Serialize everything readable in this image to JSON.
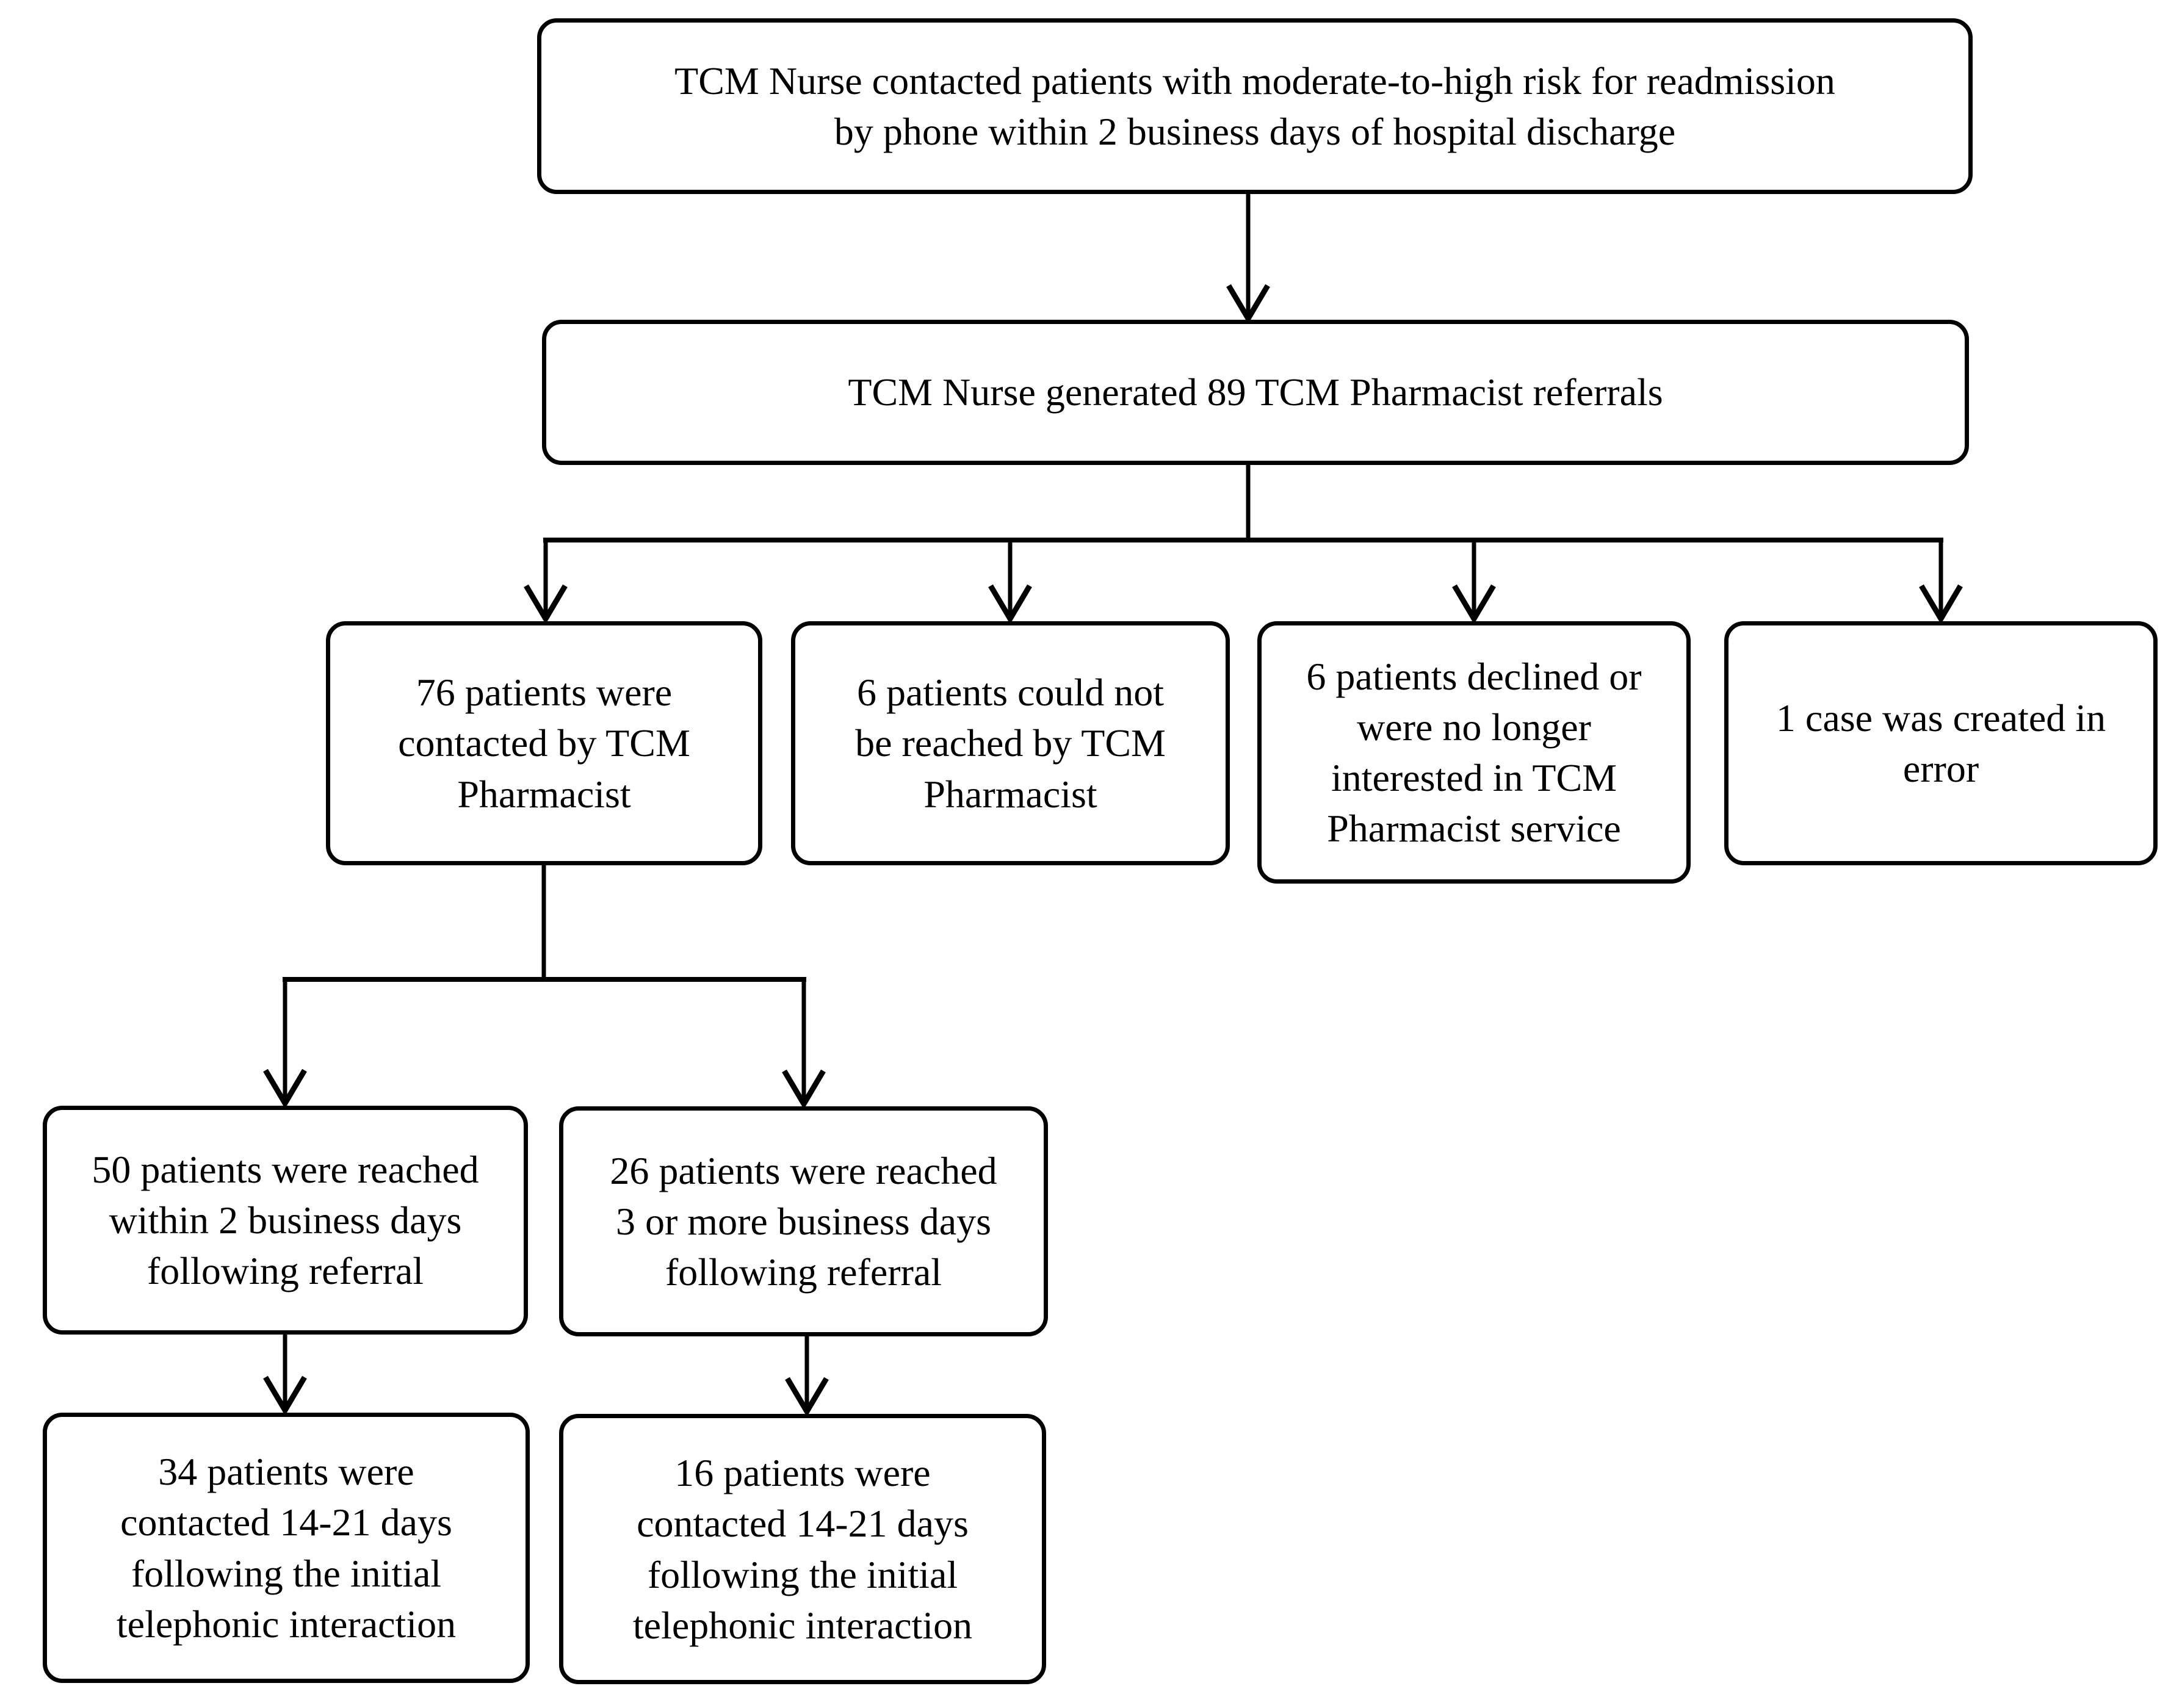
{
  "colors": {
    "background": "#ffffff",
    "box_border": "#000000",
    "text": "#000000",
    "connector": "#000000"
  },
  "flowchart": {
    "nodes": {
      "nurse_contact": {
        "lines": [
          "TCM Nurse contacted patients with moderate-to-high risk for readmission",
          "by phone within 2 business days of hospital discharge"
        ]
      },
      "referrals": {
        "lines": [
          "TCM Nurse generated 89 TCM Pharmacist referrals"
        ]
      },
      "contacted_76": {
        "lines": [
          "76 patients were",
          "contacted by TCM",
          "Pharmacist"
        ]
      },
      "not_reached_6": {
        "lines": [
          "6 patients could not",
          "be reached by TCM",
          "Pharmacist"
        ]
      },
      "declined_6": {
        "lines": [
          "6 patients declined or",
          "were no longer",
          "interested in TCM",
          "Pharmacist service"
        ]
      },
      "error_1": {
        "lines": [
          "1 case was created in",
          "error"
        ]
      },
      "reached_50": {
        "lines": [
          "50 patients were reached",
          "within 2 business days",
          "following referral"
        ]
      },
      "reached_26": {
        "lines": [
          "26 patients were reached",
          "3 or more business days",
          "following referral"
        ]
      },
      "contacted_34": {
        "lines": [
          "34 patients were",
          "contacted 14-21 days",
          "following the initial",
          "telephonic interaction"
        ]
      },
      "contacted_16": {
        "lines": [
          "16 patients were",
          "contacted 14-21 days",
          "following the initial",
          "telephonic interaction"
        ]
      }
    }
  }
}
